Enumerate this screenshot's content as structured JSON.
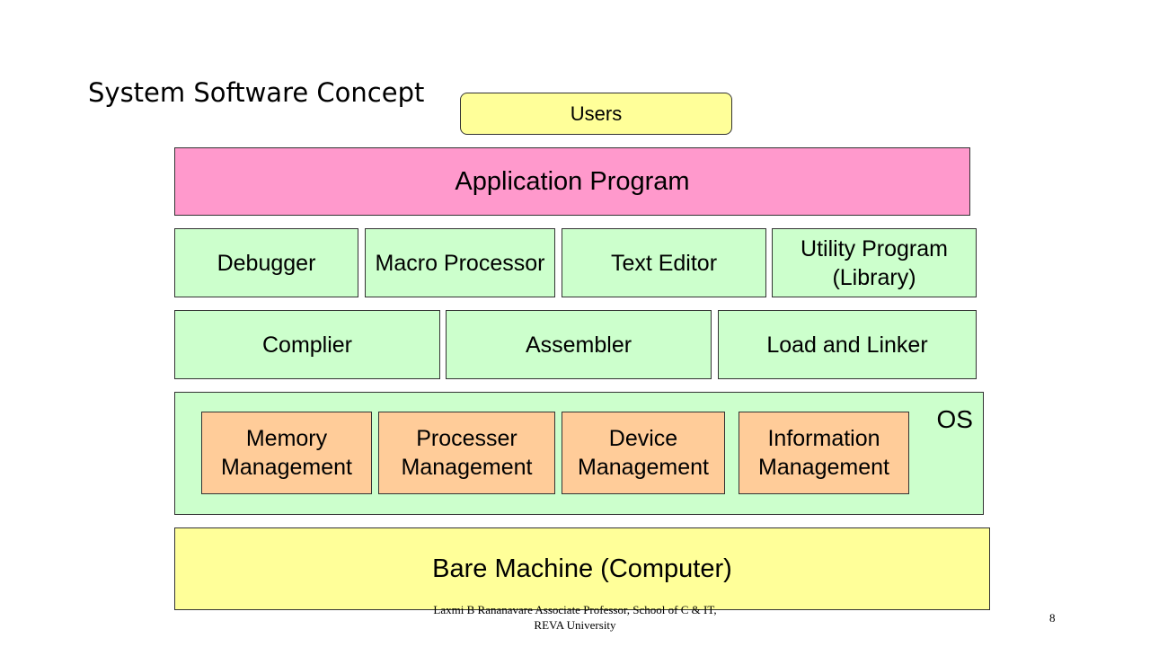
{
  "slide": {
    "title": "System Software Concept",
    "page_number": "8"
  },
  "footer": {
    "line1": "Laxmi B Rananavare Associate Professor, School of  C & IT,",
    "line2": "REVA University"
  },
  "colors": {
    "users": "#ffff99",
    "application": "#ff99cc",
    "system_programs": "#ccffcc",
    "os_panel": "#ccffcc",
    "os_modules": "#ffcc99",
    "bare_machine": "#ffff99"
  },
  "layers": {
    "users": "Users",
    "application": "Application Program",
    "tools_row1": [
      {
        "line1": "Debugger",
        "line2": ""
      },
      {
        "line1": "Macro Processor",
        "line2": ""
      },
      {
        "line1": "Text Editor",
        "line2": ""
      },
      {
        "line1": "Utility Program",
        "line2": "(Library)"
      }
    ],
    "tools_row2": [
      "Complier",
      "Assembler",
      "Load and Linker"
    ],
    "os": {
      "label": "OS",
      "modules": [
        {
          "line1": "Memory",
          "line2": "Management"
        },
        {
          "line1": "Processer",
          "line2": "Management"
        },
        {
          "line1": "Device",
          "line2": "Management"
        },
        {
          "line1": "Information",
          "line2": "Management"
        }
      ]
    },
    "bare_machine": "Bare Machine (Computer)"
  }
}
